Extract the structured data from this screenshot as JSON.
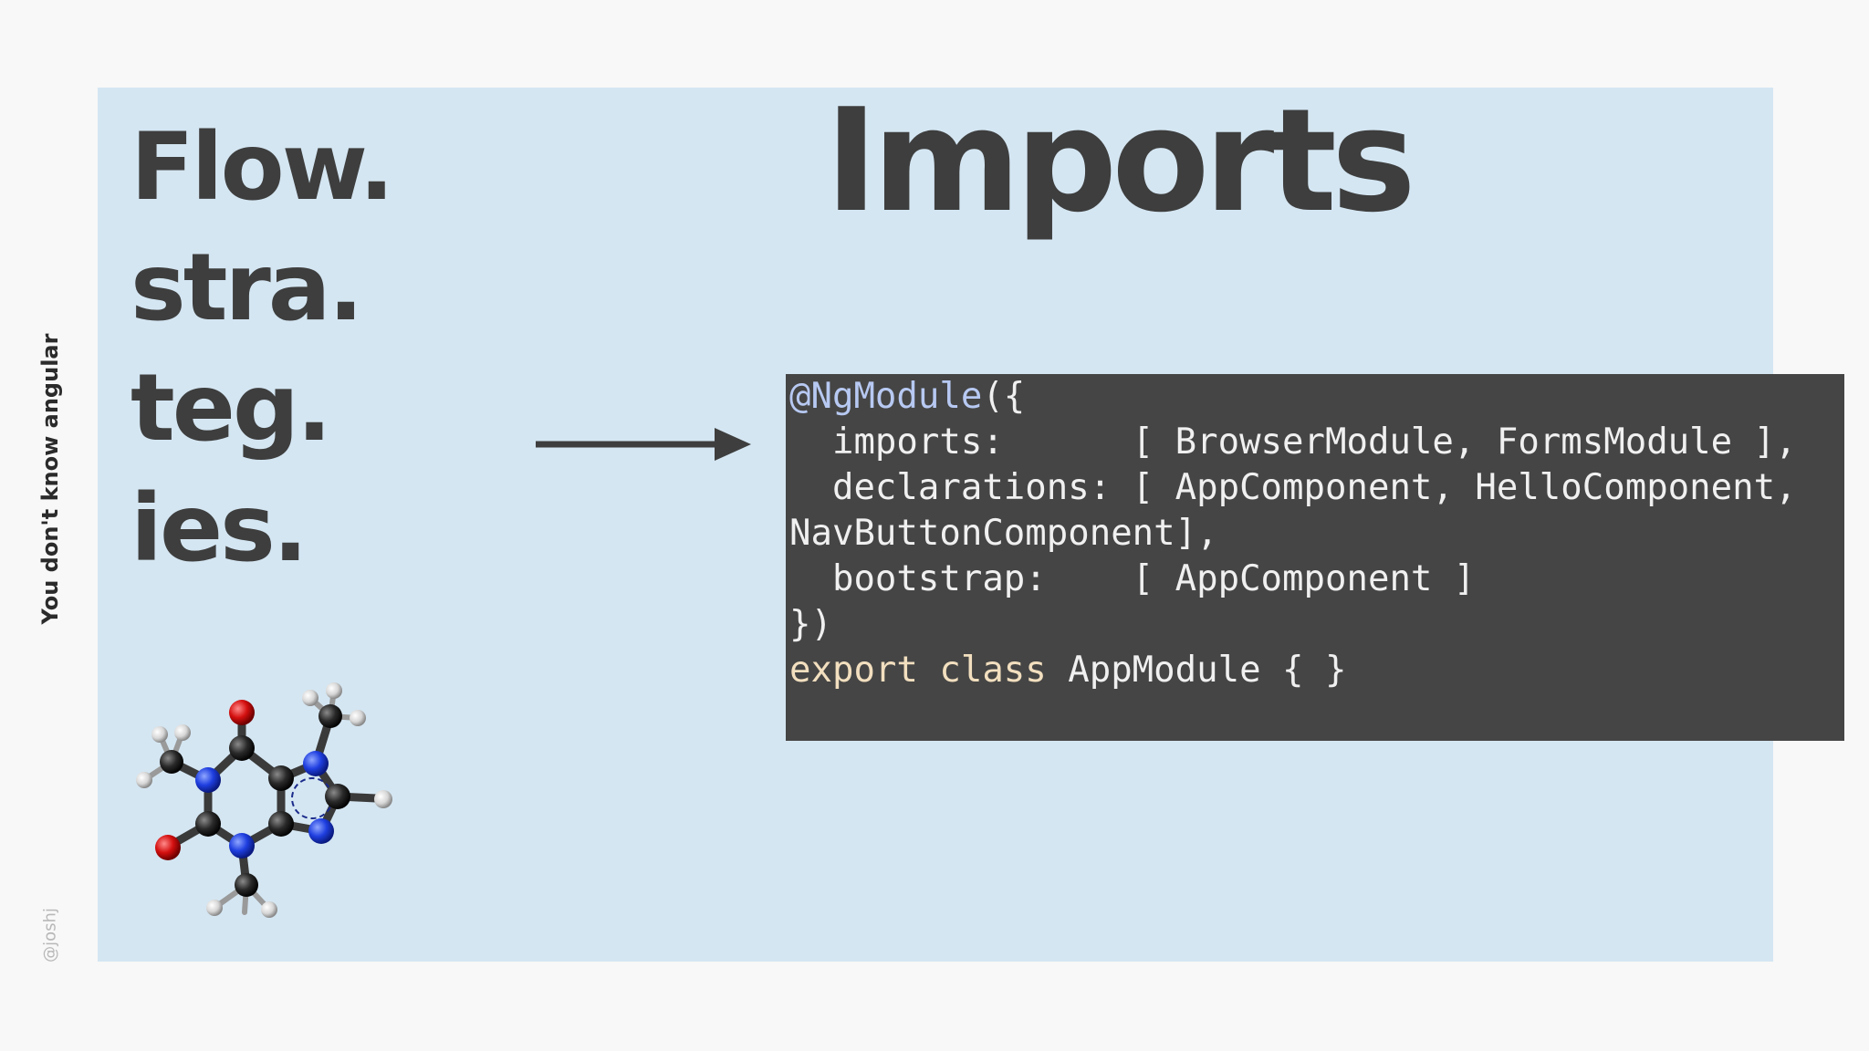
{
  "sidebar": {
    "title": "You don't know angular",
    "handle": "@joshj"
  },
  "slide": {
    "title": "Imports",
    "words": [
      "Flow.",
      "stra.",
      "teg.",
      "ies."
    ]
  },
  "code": {
    "line1": {
      "decorator": "@NgModule",
      "rest": "({"
    },
    "line2": "  imports:      [ BrowserModule, FormsModule ],",
    "line3": "  declarations: [ AppComponent, HelloComponent,",
    "line4": "NavButtonComponent],",
    "line5": "  bootstrap:    [ AppComponent ]",
    "line6": "})",
    "line7": {
      "keyword": "export class",
      "rest": " AppModule { }"
    }
  },
  "colors": {
    "panel": "#d4e6f2",
    "code_bg": "#454545",
    "heading": "#3e3e3e",
    "decorator": "#b7c9f2",
    "keyword": "#f2dfbf"
  },
  "icons": {
    "arrow": "right-arrow-icon",
    "molecule": "caffeine-molecule-image"
  }
}
